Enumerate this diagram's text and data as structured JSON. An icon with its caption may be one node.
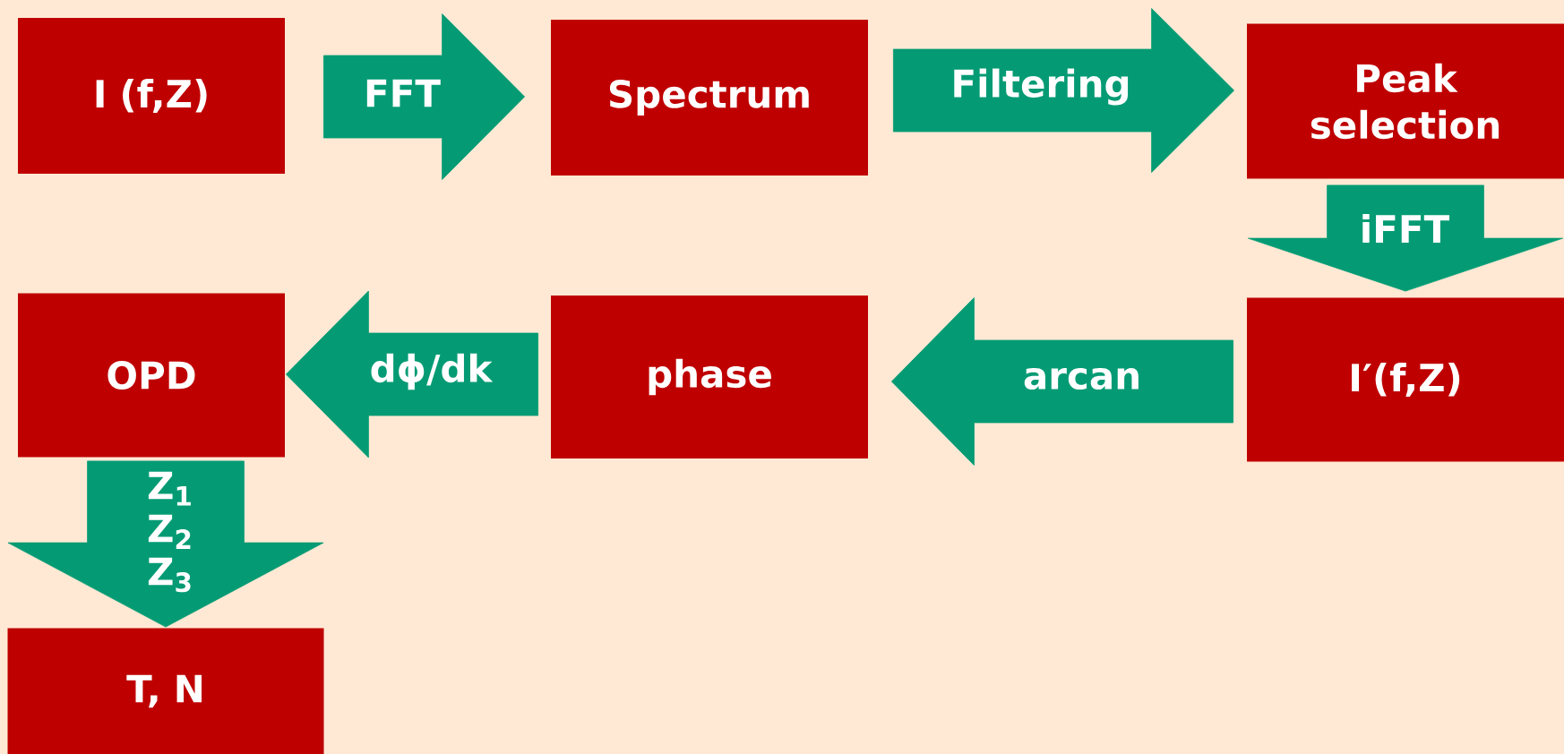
{
  "diagram": {
    "nodes": [
      {
        "text": [
          "I (f,Z)"
        ]
      },
      {
        "text": [
          "Spectrum"
        ]
      },
      {
        "text": [
          "Peak selection"
        ]
      },
      {
        "text": [
          "I′(f,Z)"
        ]
      },
      {
        "text": [
          "phase"
        ]
      },
      {
        "text": [
          "OPD"
        ]
      },
      {
        "text": [
          "T, N"
        ]
      }
    ],
    "edges": [
      {
        "from": 0,
        "to": 1,
        "arrow": "to",
        "label": "FFT"
      },
      {
        "from": 1,
        "to": 2,
        "arrow": "to",
        "label": "Filtering"
      },
      {
        "from": 2,
        "to": 3,
        "arrow": "to",
        "label": "iFFT",
        "style": "thick"
      },
      {
        "from": 3,
        "to": 4,
        "arrow": "to",
        "label": "arcan"
      },
      {
        "from": 4,
        "to": 5,
        "arrow": "to",
        "label": "dϕ/dk"
      },
      {
        "from": 5,
        "to": 6,
        "arrow": "to",
        "label": "Z$_{1}$ Z$_{2}$ Z$_{3}$",
        "style": "thick"
      }
    ]
  }
}
